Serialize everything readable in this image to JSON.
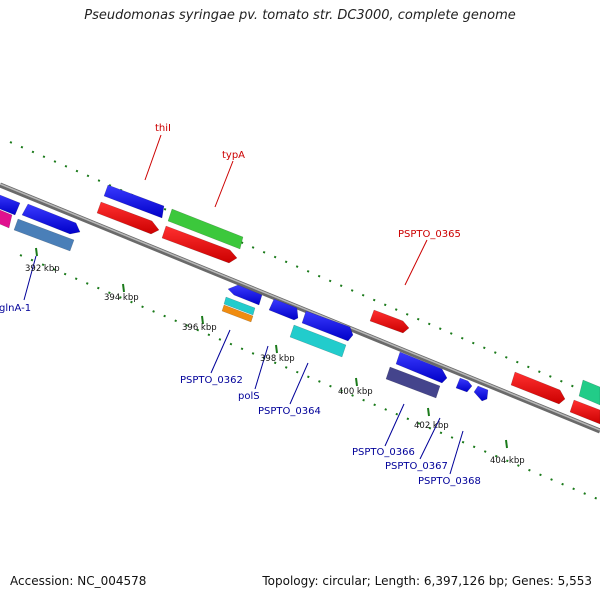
{
  "title": "Pseudomonas syringae pv. tomato str. DC3000, complete genome",
  "footer": {
    "accession": "Accession: NC_004578",
    "summary": "Topology: circular; Length: 6,397,126 bp; Genes: 5,553"
  },
  "scale": {
    "ticks": [
      "392 kbp",
      "394 kbp",
      "396 kbp",
      "398 kbp",
      "400 kbp",
      "402 kbp",
      "404 kbp"
    ]
  },
  "labels": {
    "glnA": "glnA-1",
    "thiI": "thiI",
    "typA": "typA",
    "pspto0365": "PSPTO_0365",
    "pspto0362": "PSPTO_0362",
    "polS": "polS",
    "pspto0364": "PSPTO_0364",
    "pspto0366": "PSPTO_0366",
    "pspto0367": "PSPTO_0367",
    "pspto0368": "PSPTO_0368"
  },
  "colors": {
    "forward_label": "#cc0000",
    "reverse_label": "#000099",
    "backbone": "#888888",
    "ticks": "#1a7a1a"
  }
}
